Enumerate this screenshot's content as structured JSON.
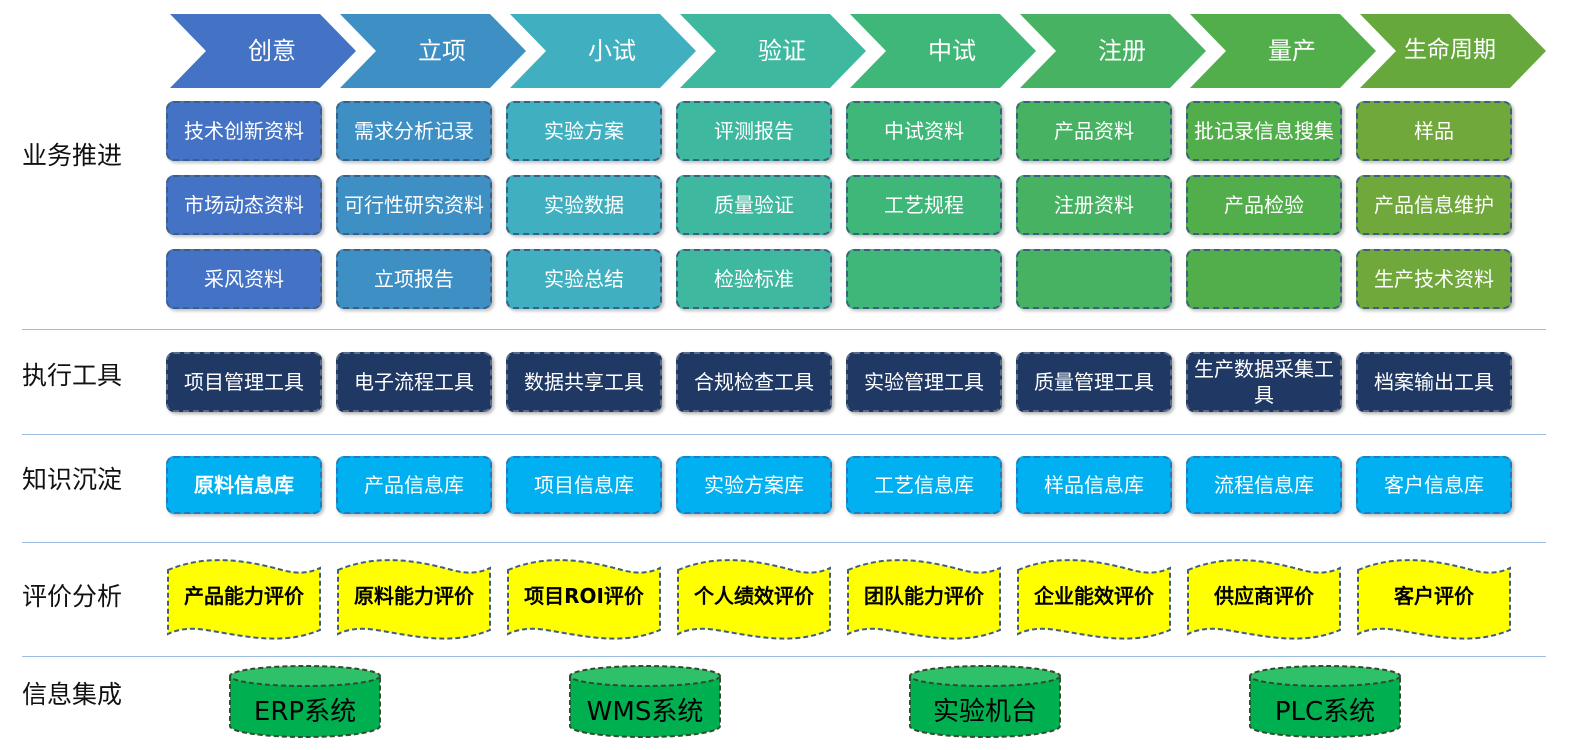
{
  "row_labels": {
    "business": "业务推进",
    "tools": "执行工具",
    "knowledge": "知识沉淀",
    "evaluation": "评价分析",
    "integration": "信息集成"
  },
  "stages": [
    {
      "label": "创意",
      "color": "#4472c4"
    },
    {
      "label": "立项",
      "color": "#3e8fc4"
    },
    {
      "label": "小试",
      "color": "#40b0c0"
    },
    {
      "label": "验证",
      "color": "#3fb8a0"
    },
    {
      "label": "中试",
      "color": "#3fb779"
    },
    {
      "label": "注册",
      "color": "#47b362"
    },
    {
      "label": "量产",
      "color": "#52ae4a"
    },
    {
      "label": "生命周期",
      "color": "#66a83c"
    }
  ],
  "business_items": [
    [
      "技术创新资料",
      "市场动态资料",
      "采风资料"
    ],
    [
      "需求分析记录",
      "可行性研究资料",
      "立项报告"
    ],
    [
      "实验方案",
      "实验数据",
      "实验总结"
    ],
    [
      "评测报告",
      "质量验证",
      "检验标准"
    ],
    [
      "中试资料",
      "工艺规程",
      ""
    ],
    [
      "产品资料",
      "注册资料",
      ""
    ],
    [
      "批记录信息搜集",
      "产品检验",
      ""
    ],
    [
      "样品",
      "产品信息维护",
      "生产技术资料"
    ]
  ],
  "business_colors": [
    "#4472c4",
    "#3e8fc4",
    "#40b0c0",
    "#3fb8a0",
    "#3fb779",
    "#47b362",
    "#52ae4a",
    "#70a83c"
  ],
  "tools": [
    "项目管理工具",
    "电子流程工具",
    "数据共享工具",
    "合规检查工具",
    "实验管理工具",
    "质量管理工具",
    "生产数据采集工具",
    "档案输出工具"
  ],
  "knowledge": [
    "原料信息库",
    "产品信息库",
    "项目信息库",
    "实验方案库",
    "工艺信息库",
    "样品信息库",
    "流程信息库",
    "客户信息库"
  ],
  "evaluations": [
    "产品能力评价",
    "原料能力评价",
    "项目ROI评价",
    "个人绩效评价",
    "团队能力评价",
    "企业能效评价",
    "供应商评价",
    "客户评价"
  ],
  "systems": [
    "ERP系统",
    "WMS系统",
    "实验机台",
    "PLC系统"
  ],
  "colors": {
    "tool_bg": "#1f3864",
    "knowledge_bg": "#00b0f0",
    "evaluation_bg": "#ffff00",
    "system_bg": "#00b050",
    "divider": "#9dbde0"
  }
}
